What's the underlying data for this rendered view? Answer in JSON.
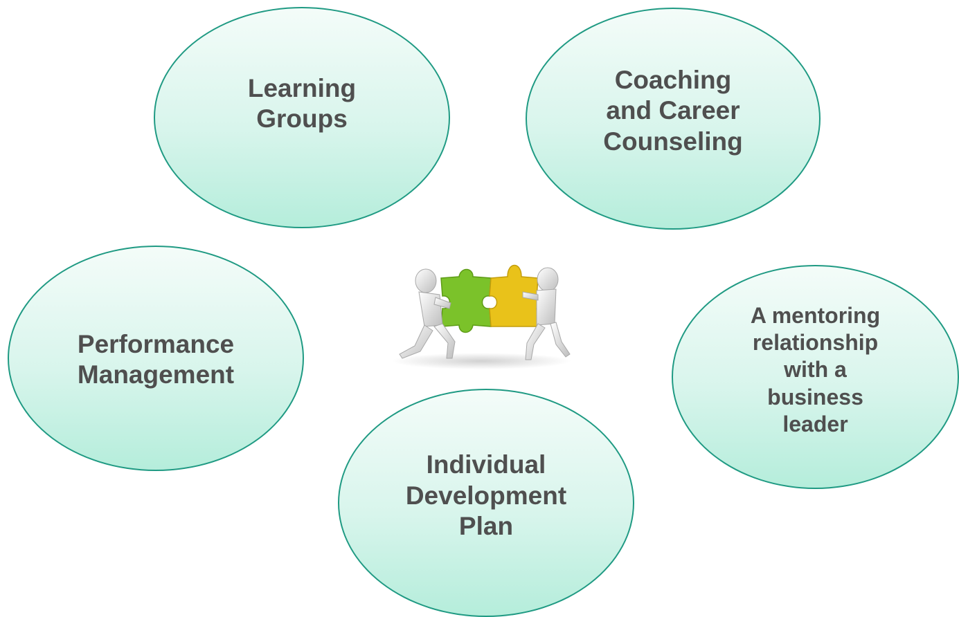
{
  "bubbles": [
    {
      "label": "Learning\nGroups"
    },
    {
      "label": "Coaching\nand Career\nCounseling"
    },
    {
      "label": "Performance\nManagement"
    },
    {
      "label": "A mentoring\nrelationship\nwith a\nbusiness\nleader"
    },
    {
      "label": "Individual\nDevelopment\nPlan"
    }
  ],
  "colors": {
    "bubble_border": "#1f9a83",
    "bubble_fill_top": "#f4fcf9",
    "bubble_fill_bottom": "#b5eddb",
    "text": "#4f4f4f",
    "puzzle_green": "#7bc22a",
    "puzzle_yellow": "#e9c21a"
  },
  "center_image": {
    "icon": "puzzle-teamwork-icon"
  }
}
